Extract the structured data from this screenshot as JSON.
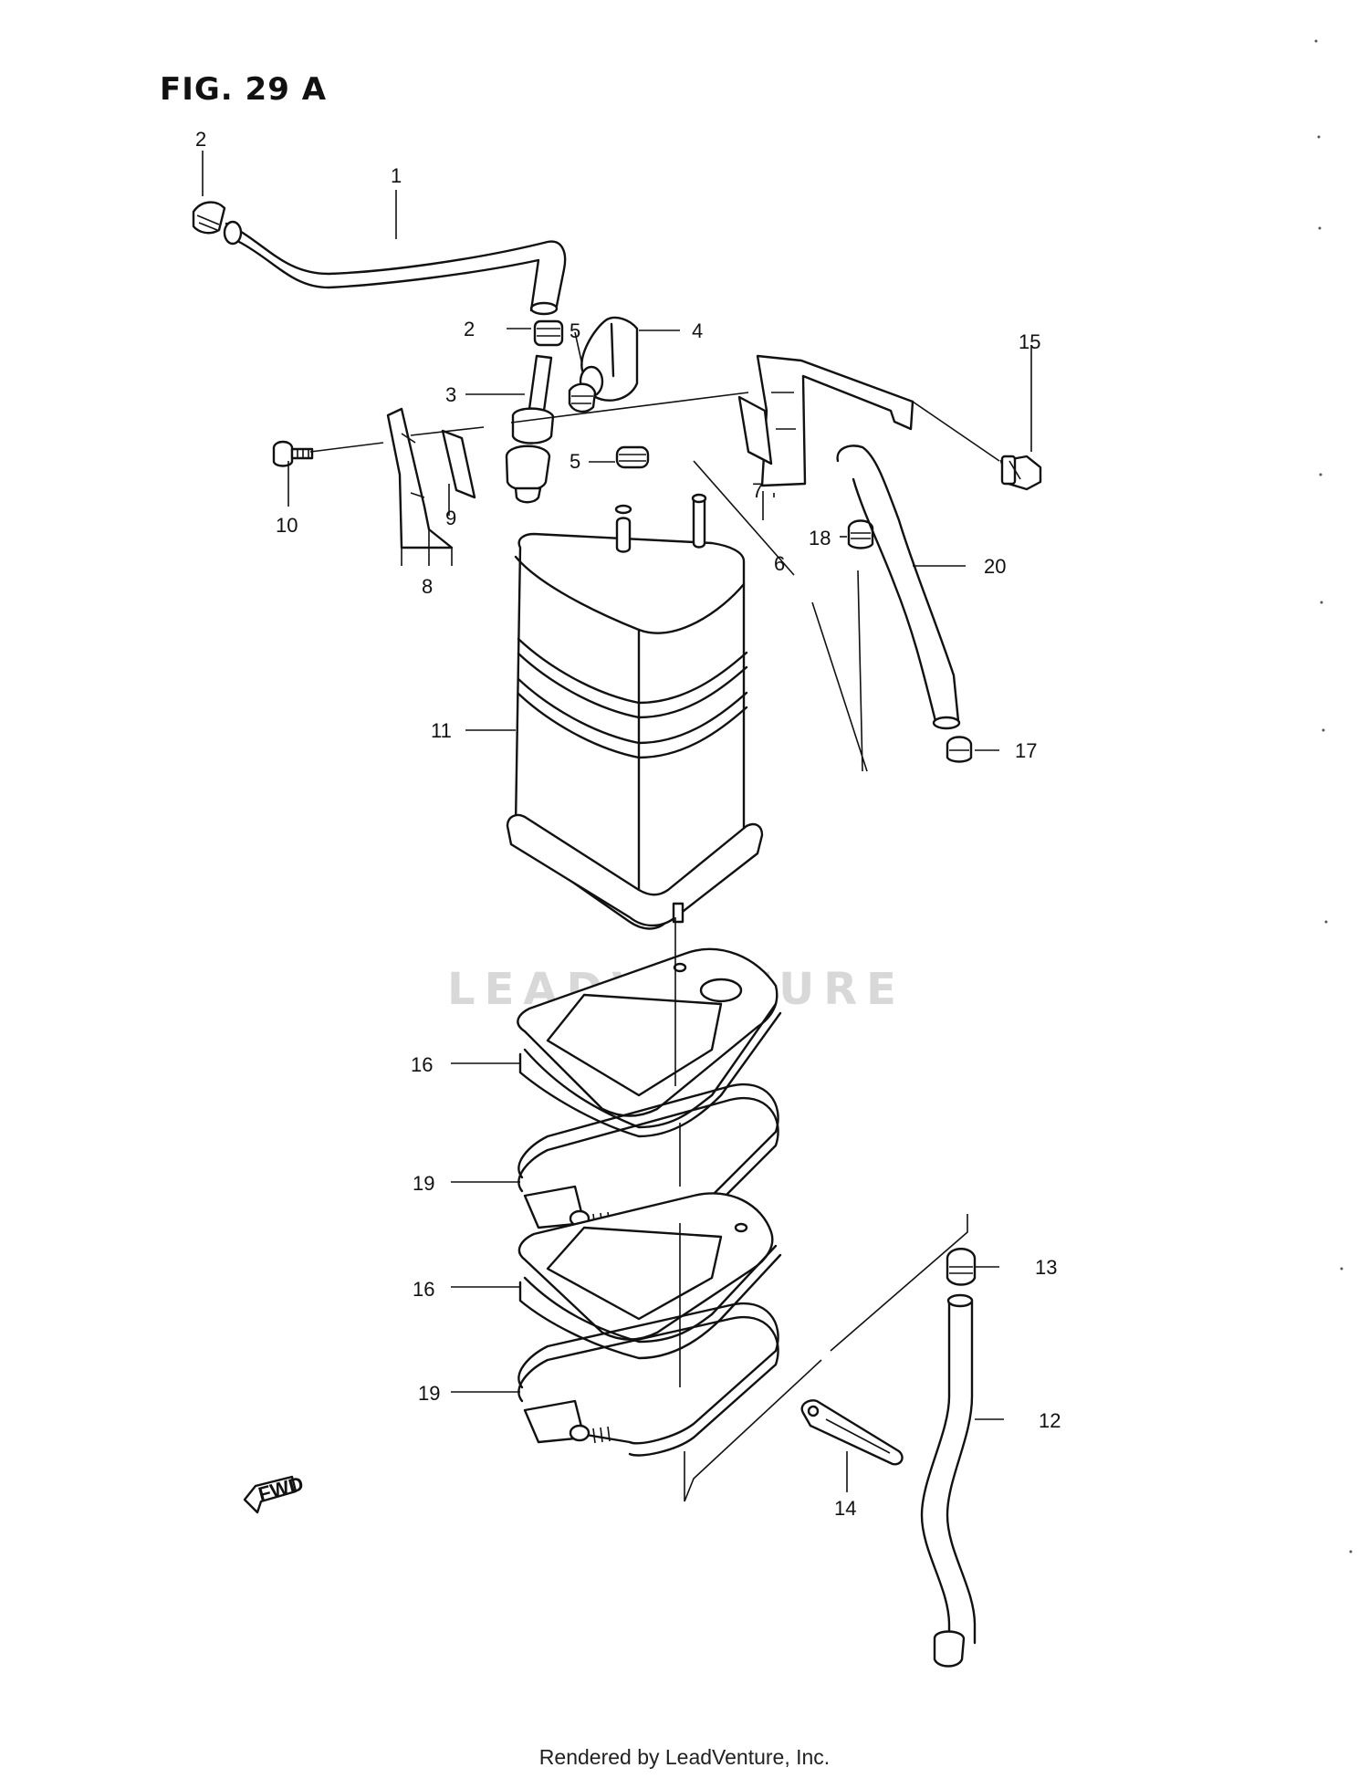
{
  "figure": {
    "title": "FIG. 29 A"
  },
  "watermark": {
    "text": "LEADVENTURE"
  },
  "footer": {
    "text": "Rendered by LeadVenture, Inc."
  },
  "direction_marker": {
    "text": "FWD"
  },
  "callouts": [
    {
      "id": "c1",
      "label": "1"
    },
    {
      "id": "c2a",
      "label": "2"
    },
    {
      "id": "c2b",
      "label": "2"
    },
    {
      "id": "c3",
      "label": "3"
    },
    {
      "id": "c4",
      "label": "4"
    },
    {
      "id": "c5a",
      "label": "5"
    },
    {
      "id": "c5b",
      "label": "5"
    },
    {
      "id": "c6",
      "label": "6"
    },
    {
      "id": "c7",
      "label": "7"
    },
    {
      "id": "c8",
      "label": "8"
    },
    {
      "id": "c9",
      "label": "9"
    },
    {
      "id": "c10",
      "label": "10"
    },
    {
      "id": "c11",
      "label": "11"
    },
    {
      "id": "c12",
      "label": "12"
    },
    {
      "id": "c13",
      "label": "13"
    },
    {
      "id": "c14",
      "label": "14"
    },
    {
      "id": "c15",
      "label": "15"
    },
    {
      "id": "c16a",
      "label": "16"
    },
    {
      "id": "c16b",
      "label": "16"
    },
    {
      "id": "c17",
      "label": "17"
    },
    {
      "id": "c18",
      "label": "18"
    },
    {
      "id": "c19a",
      "label": "19"
    },
    {
      "id": "c19b",
      "label": "19"
    },
    {
      "id": "c20",
      "label": "20"
    }
  ]
}
